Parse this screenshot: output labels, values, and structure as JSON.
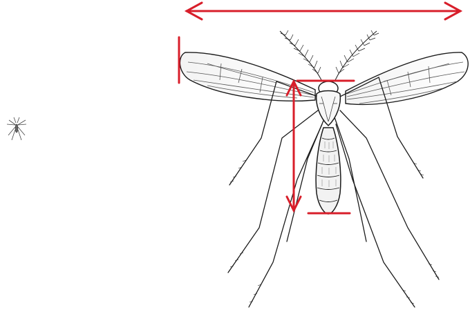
{
  "figure": {
    "subject": "mosquito-scale-diagram",
    "colors": {
      "ink": "#1a1a1a",
      "wing_vein": "#555555",
      "measure_marker": "#d81e2a",
      "background": "#ffffff"
    },
    "markers": [
      {
        "kind": "double-arrow",
        "measures": "wingspan"
      },
      {
        "kind": "tick",
        "measures": "wing-tip"
      },
      {
        "kind": "bar",
        "measures": "body-top"
      },
      {
        "kind": "bar",
        "measures": "body-bottom"
      },
      {
        "kind": "double-arrow",
        "measures": "body-length"
      }
    ]
  }
}
